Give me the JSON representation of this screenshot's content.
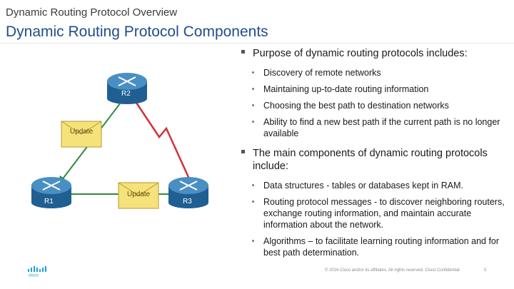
{
  "header": {
    "subtitle": "Dynamic Routing Protocol Overview",
    "title": "Dynamic Routing Protocol Components"
  },
  "diagram": {
    "routers": [
      {
        "label": "R2",
        "icon": "router-icon"
      },
      {
        "label": "R1",
        "icon": "router-icon"
      },
      {
        "label": "R3",
        "icon": "router-icon"
      }
    ],
    "updates": [
      {
        "label": "Update"
      },
      {
        "label": "Update"
      }
    ],
    "colors": {
      "router_top": "#4a8fc4",
      "router_side": "#1f5f92",
      "line": "#2e8b3c",
      "serial": "#d1323a",
      "update_fill": "#f6e27a",
      "update_border": "#b69b2a"
    }
  },
  "content": {
    "bullet1": "Purpose of dynamic routing protocols includes:",
    "sub1": [
      "Discovery of remote networks",
      "Maintaining up-to-date routing information",
      "Choosing the best path to destination networks",
      "Ability to find a new best path if the current path is no longer available"
    ],
    "bullet2": "The main components of dynamic routing protocols include:",
    "sub2": [
      "Data structures - tables or databases kept in RAM.",
      "Routing protocol messages - to discover neighboring routers, exchange routing information, and maintain accurate information about the network.",
      "Algorithms – to facilitate learning routing information and for best path determination."
    ]
  },
  "footer": {
    "copyright": "© 2016 Cisco and/or its affiliates. All rights reserved. Cisco Confidential",
    "page": "5",
    "logo_text": "cisco"
  }
}
